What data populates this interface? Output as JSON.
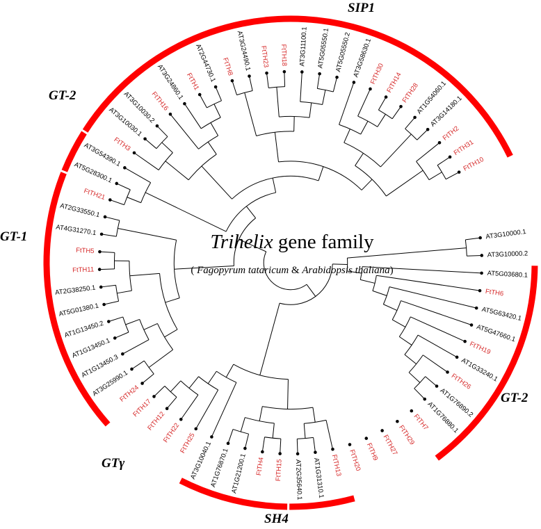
{
  "title": {
    "italic": "Trihelix",
    "rest": " gene family"
  },
  "subtitle": {
    "open": "( ",
    "species1": "Fagopyrum tataricum",
    "amp": " & ",
    "species2": "Arabidopsis thaliana",
    "close": ")"
  },
  "colors": {
    "ft": "#d62a2a",
    "at": "#000000",
    "arc": "#ff0000"
  },
  "leaves": [
    {
      "name": "AT3G10000.1",
      "sp": "at"
    },
    {
      "name": "AT3G10000.2",
      "sp": "at"
    },
    {
      "name": "AT5G03680.1",
      "sp": "at"
    },
    {
      "name": "FtTH6",
      "sp": "ft"
    },
    {
      "name": "AT5G63420.1",
      "sp": "at"
    },
    {
      "name": "AT5G47660.1",
      "sp": "at"
    },
    {
      "name": "FtTH19",
      "sp": "ft"
    },
    {
      "name": "AT1G33240.1",
      "sp": "at"
    },
    {
      "name": "FtTH26",
      "sp": "ft"
    },
    {
      "name": "AT1G76890.2",
      "sp": "at"
    },
    {
      "name": "AT1G76880.1",
      "sp": "at"
    },
    {
      "name": "FtTH7",
      "sp": "ft"
    },
    {
      "name": "FtTH29",
      "sp": "ft"
    },
    {
      "name": "FtTH27",
      "sp": "ft"
    },
    {
      "name": "FtTH9",
      "sp": "ft"
    },
    {
      "name": "FtTH20",
      "sp": "ft"
    },
    {
      "name": "FtTH13",
      "sp": "ft"
    },
    {
      "name": "AT1G31310.1",
      "sp": "at"
    },
    {
      "name": "AT2G35640.1",
      "sp": "at"
    },
    {
      "name": "FtTH15",
      "sp": "ft"
    },
    {
      "name": "FtTH4",
      "sp": "ft"
    },
    {
      "name": "AT1G21200.1",
      "sp": "at"
    },
    {
      "name": "AT1G76870.1",
      "sp": "at"
    },
    {
      "name": "AT3G10040.1",
      "sp": "at"
    },
    {
      "name": "FtTH25",
      "sp": "ft"
    },
    {
      "name": "FtTH22",
      "sp": "ft"
    },
    {
      "name": "FtTH12",
      "sp": "ft"
    },
    {
      "name": "FtTH17",
      "sp": "ft"
    },
    {
      "name": "FtTH24",
      "sp": "ft"
    },
    {
      "name": "AT3G25990.1",
      "sp": "at"
    },
    {
      "name": "AT1G13450.3",
      "sp": "at"
    },
    {
      "name": "AT1G13450.1",
      "sp": "at"
    },
    {
      "name": "AT1G13450.2",
      "sp": "at"
    },
    {
      "name": "AT5G01380.1",
      "sp": "at"
    },
    {
      "name": "AT2G38250.1",
      "sp": "at"
    },
    {
      "name": "FtTH11",
      "sp": "ft"
    },
    {
      "name": "FtTH5",
      "sp": "ft"
    },
    {
      "name": "AT4G31270.1",
      "sp": "at"
    },
    {
      "name": "AT2G33550.1",
      "sp": "at"
    },
    {
      "name": "FtTH21",
      "sp": "ft"
    },
    {
      "name": "AT5G28300.1",
      "sp": "at"
    },
    {
      "name": "AT3G54390.1",
      "sp": "at"
    },
    {
      "name": "FtTH3",
      "sp": "ft"
    },
    {
      "name": "AT3G10030.1",
      "sp": "at"
    },
    {
      "name": "AT3G10030.2",
      "sp": "at"
    },
    {
      "name": "FtTH16",
      "sp": "ft"
    },
    {
      "name": "AT3G24860.1",
      "sp": "at"
    },
    {
      "name": "FtTH1",
      "sp": "ft"
    },
    {
      "name": "AT2G44730.1",
      "sp": "at"
    },
    {
      "name": "FtTH8",
      "sp": "ft"
    },
    {
      "name": "AT3G24490.1",
      "sp": "at"
    },
    {
      "name": "FtTH23",
      "sp": "ft"
    },
    {
      "name": "FtTH18",
      "sp": "ft"
    },
    {
      "name": "AT3G11100.1",
      "sp": "at"
    },
    {
      "name": "AT5G05550.1",
      "sp": "at"
    },
    {
      "name": "AT5G05550.2",
      "sp": "at"
    },
    {
      "name": "AT3G58630.1",
      "sp": "at"
    },
    {
      "name": "FtTH30",
      "sp": "ft"
    },
    {
      "name": "FtTH14",
      "sp": "ft"
    },
    {
      "name": "FtTH28",
      "sp": "ft"
    },
    {
      "name": "AT1G54060.1",
      "sp": "at"
    },
    {
      "name": "AT3G14180.1",
      "sp": "at"
    },
    {
      "name": "FtTH2",
      "sp": "ft"
    },
    {
      "name": "FtTH31",
      "sp": "ft"
    },
    {
      "name": "FtTH10",
      "sp": "ft"
    }
  ],
  "groups": [
    {
      "label": "GT-2",
      "first": 2,
      "last": 11
    },
    {
      "label": "SH4",
      "first": 16,
      "last": 18
    },
    {
      "label": "GTγ",
      "first": 19,
      "last": 23
    },
    {
      "label": "GT-1",
      "first": 28,
      "last": 39
    },
    {
      "label": "GT-2",
      "first": 40,
      "last": 41
    },
    {
      "label": "SIP1",
      "first": 42,
      "last": 64
    }
  ]
}
